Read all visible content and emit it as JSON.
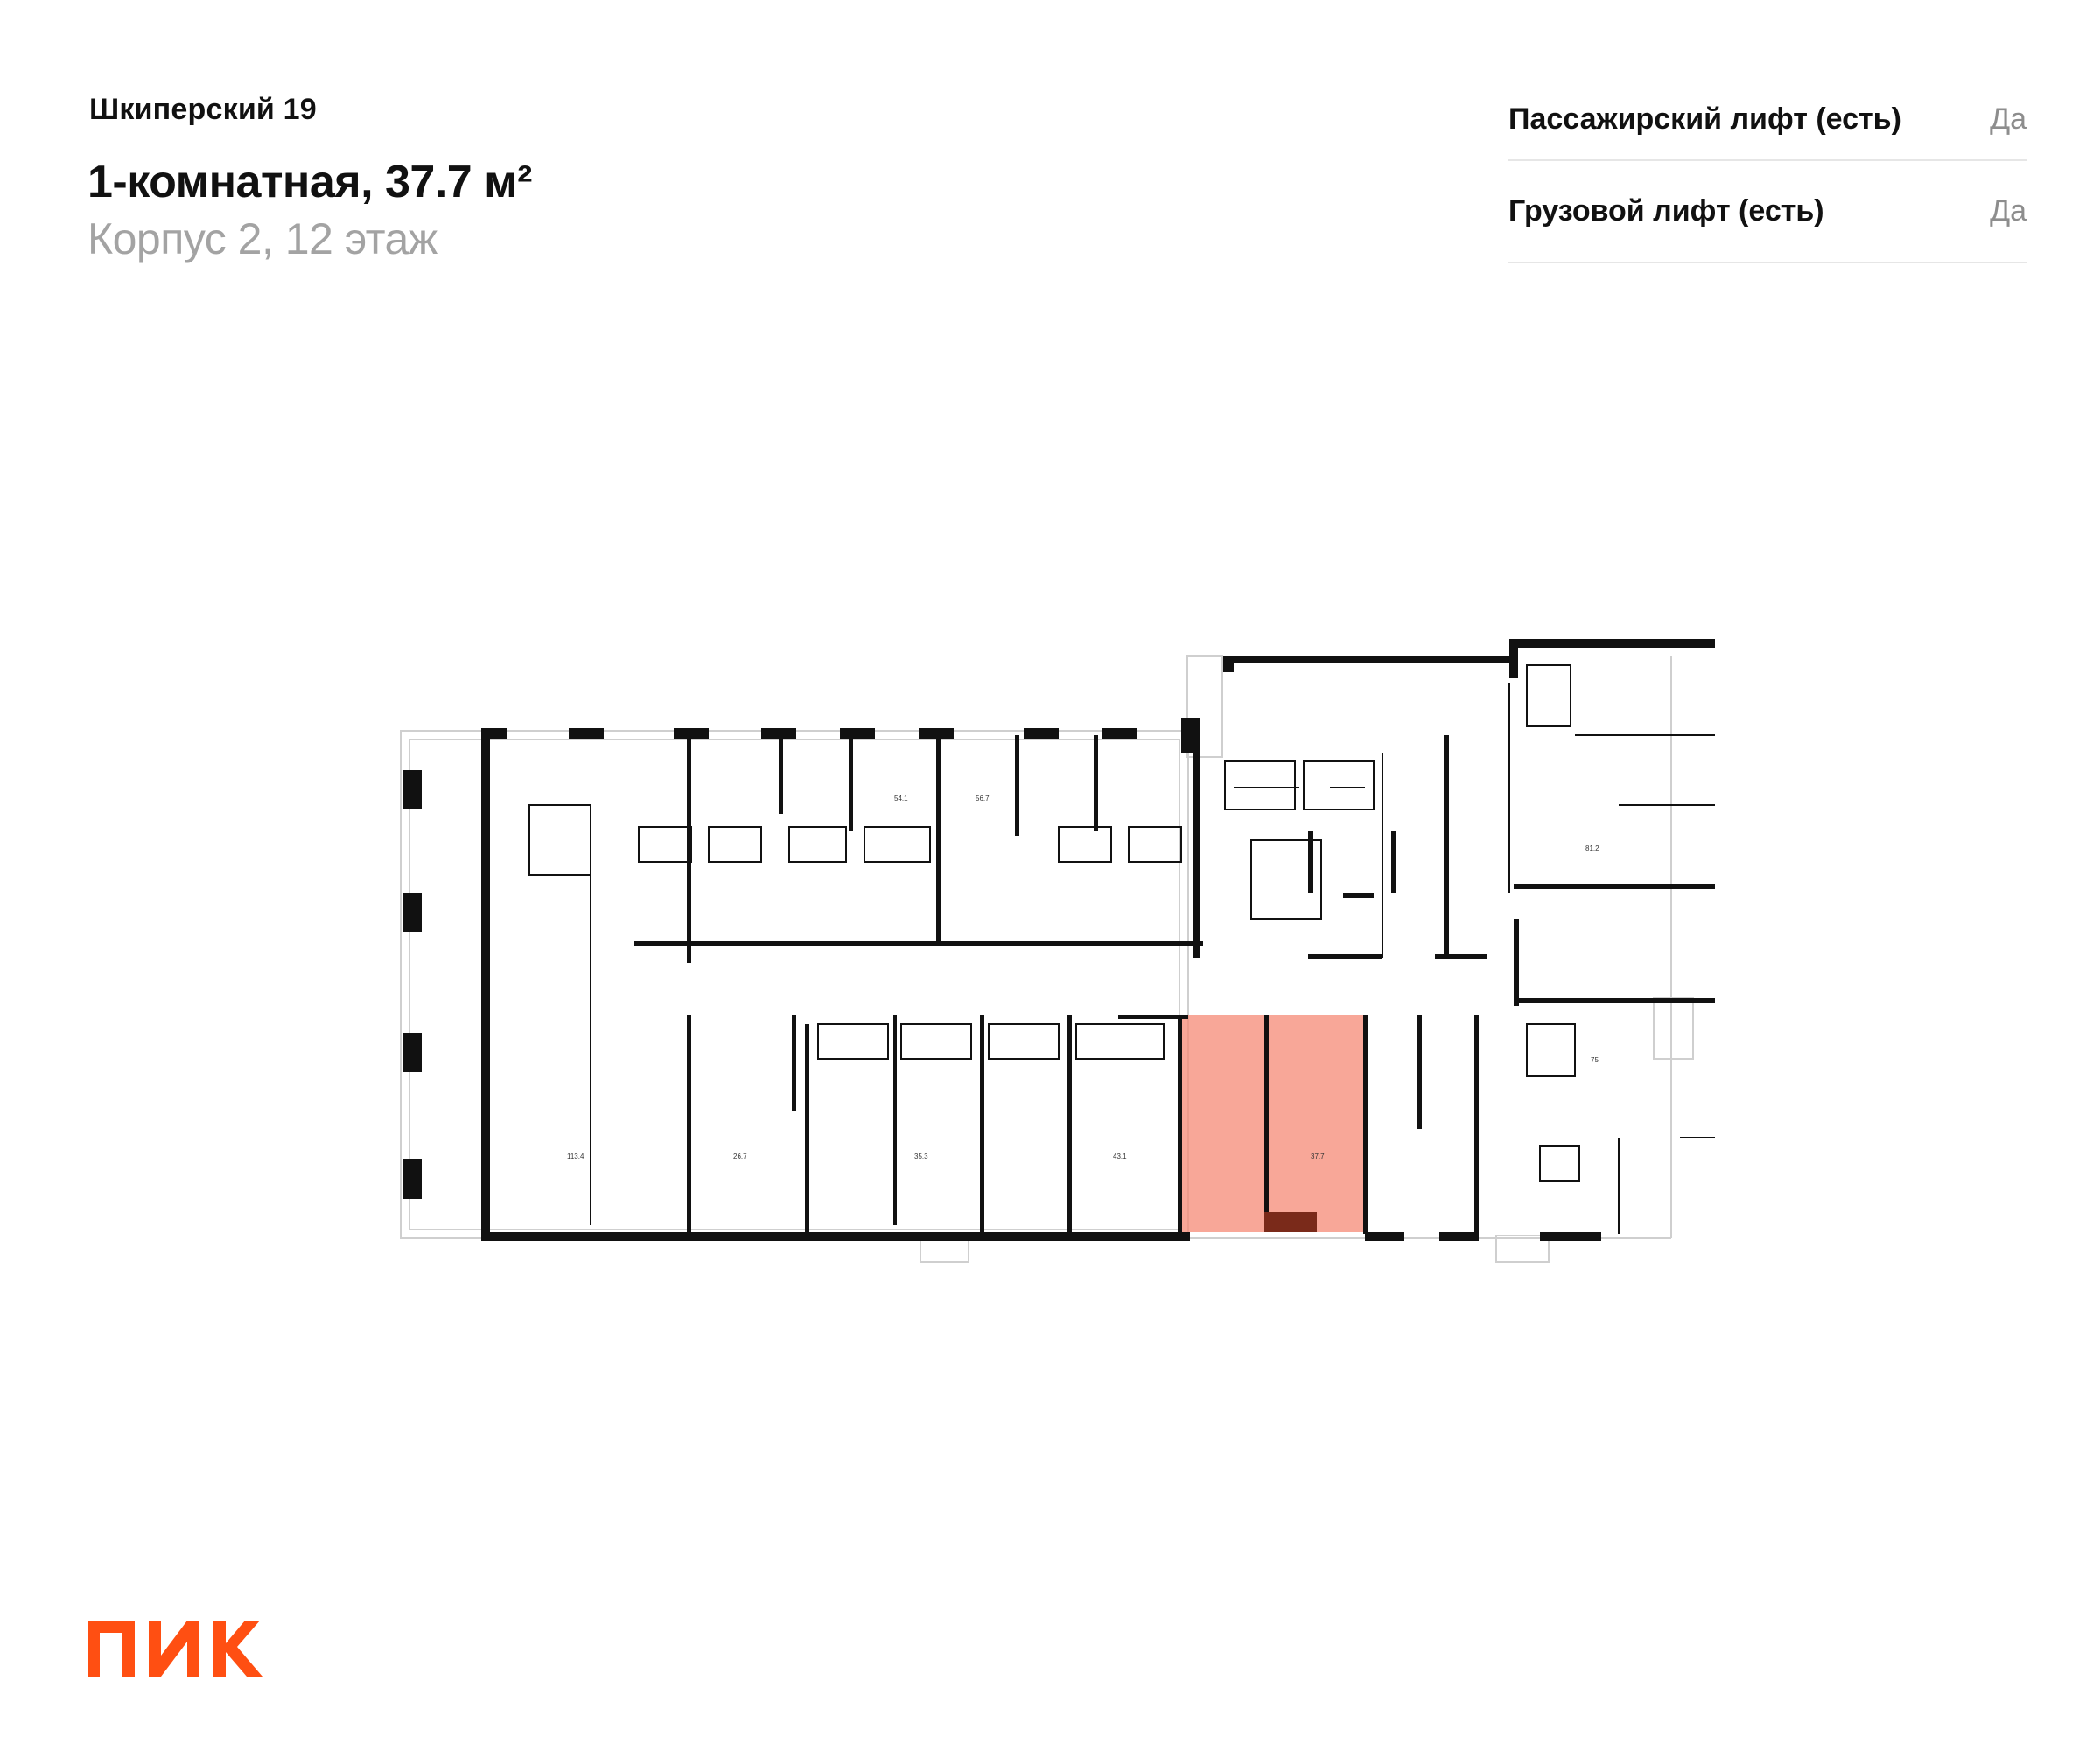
{
  "header": {
    "project": "Шкиперский 19",
    "title": "1-комнатная, 37.7 м²",
    "subtitle": "Корпус 2, 12 этаж"
  },
  "features": [
    {
      "label": "Пассажирский лифт (есть)",
      "value": "Да"
    },
    {
      "label": "Грузовой лифт (есть)",
      "value": "Да"
    }
  ],
  "floorplan": {
    "area_labels": [
      "54.1",
      "56.7",
      "81.2",
      "113.4",
      "26.7",
      "35.3",
      "43.1",
      "37.7",
      "75"
    ],
    "highlighted_unit": "37.7"
  },
  "colors": {
    "highlight": "#F58A76",
    "brand": "#FF4F12",
    "wall": "#111111"
  },
  "logo": {
    "text": "ПИК"
  }
}
